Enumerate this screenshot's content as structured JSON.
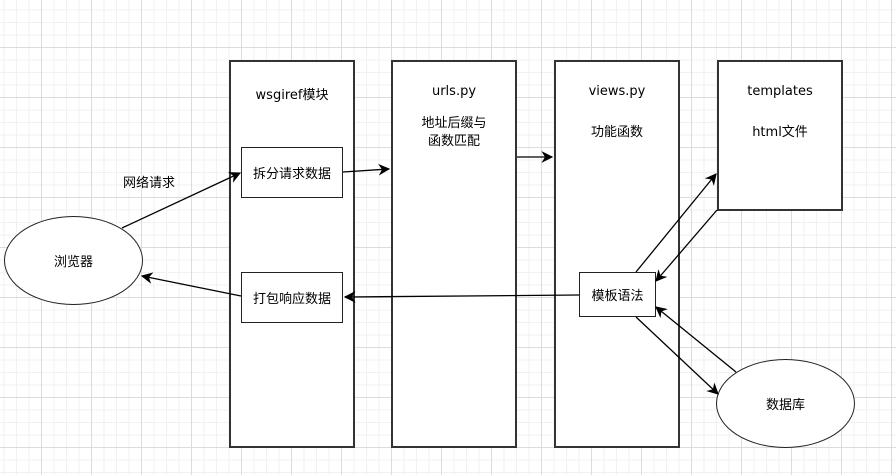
{
  "diagram": {
    "nodes": {
      "browser": {
        "label": "浏览器"
      },
      "wsgiref": {
        "title": "wsgiref模块"
      },
      "split_request": {
        "label": "拆分请求数据"
      },
      "pack_response": {
        "label": "打包响应数据"
      },
      "urls": {
        "title": "urls.py",
        "subtitle_line1": "地址后缀与",
        "subtitle_line2": "函数匹配"
      },
      "views": {
        "title": "views.py",
        "subtitle": "功能函数"
      },
      "template_syntax": {
        "label": "模板语法"
      },
      "templates": {
        "title": "templates",
        "subtitle": "html文件"
      },
      "database": {
        "label": "数据库"
      }
    },
    "edge_labels": {
      "network_request": "网络请求"
    },
    "edges": [
      {
        "from": "browser",
        "to": "split_request",
        "label": "网络请求"
      },
      {
        "from": "split_request",
        "to": "urls"
      },
      {
        "from": "urls",
        "to": "views"
      },
      {
        "from": "template_syntax",
        "to": "pack_response"
      },
      {
        "from": "pack_response",
        "to": "browser"
      },
      {
        "from": "template_syntax",
        "to": "templates"
      },
      {
        "from": "templates",
        "to": "template_syntax"
      },
      {
        "from": "template_syntax",
        "to": "database"
      },
      {
        "from": "database",
        "to": "template_syntax"
      }
    ]
  }
}
